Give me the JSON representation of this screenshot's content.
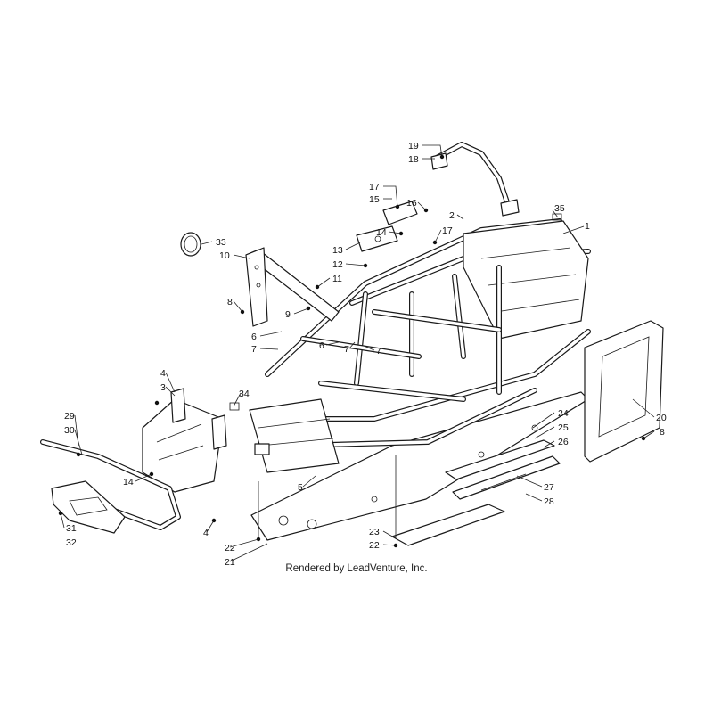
{
  "credit": "Rendered by LeadVenture, Inc.",
  "callouts": [
    {
      "id": "c19",
      "text": "19"
    },
    {
      "id": "c18",
      "text": "18"
    },
    {
      "id": "c17a",
      "text": "17"
    },
    {
      "id": "c15",
      "text": "15"
    },
    {
      "id": "c16",
      "text": "16"
    },
    {
      "id": "c2",
      "text": "2"
    },
    {
      "id": "c17b",
      "text": "17"
    },
    {
      "id": "c35",
      "text": "35"
    },
    {
      "id": "c1",
      "text": "1"
    },
    {
      "id": "c14a",
      "text": "14"
    },
    {
      "id": "c33",
      "text": "33"
    },
    {
      "id": "c13",
      "text": "13"
    },
    {
      "id": "c10",
      "text": "10"
    },
    {
      "id": "c12",
      "text": "12"
    },
    {
      "id": "c11",
      "text": "11"
    },
    {
      "id": "c8a",
      "text": "8"
    },
    {
      "id": "c9",
      "text": "9"
    },
    {
      "id": "c6a",
      "text": "6"
    },
    {
      "id": "c7a",
      "text": "7"
    },
    {
      "id": "c6b",
      "text": "6"
    },
    {
      "id": "c7b",
      "text": "7"
    },
    {
      "id": "c7c",
      "text": "7"
    },
    {
      "id": "c4a",
      "text": "4"
    },
    {
      "id": "c3",
      "text": "3"
    },
    {
      "id": "c34",
      "text": "34"
    },
    {
      "id": "c20",
      "text": "20"
    },
    {
      "id": "c8b",
      "text": "8"
    },
    {
      "id": "c29",
      "text": "29"
    },
    {
      "id": "c30",
      "text": "30"
    },
    {
      "id": "c24",
      "text": "24"
    },
    {
      "id": "c25",
      "text": "25"
    },
    {
      "id": "c26",
      "text": "26"
    },
    {
      "id": "c14b",
      "text": "14"
    },
    {
      "id": "c5",
      "text": "5"
    },
    {
      "id": "c27",
      "text": "27"
    },
    {
      "id": "c28",
      "text": "28"
    },
    {
      "id": "c31",
      "text": "31"
    },
    {
      "id": "c32",
      "text": "32"
    },
    {
      "id": "c4b",
      "text": "4"
    },
    {
      "id": "c22a",
      "text": "22"
    },
    {
      "id": "c21",
      "text": "21"
    },
    {
      "id": "c23",
      "text": "23"
    },
    {
      "id": "c22b",
      "text": "22"
    }
  ]
}
